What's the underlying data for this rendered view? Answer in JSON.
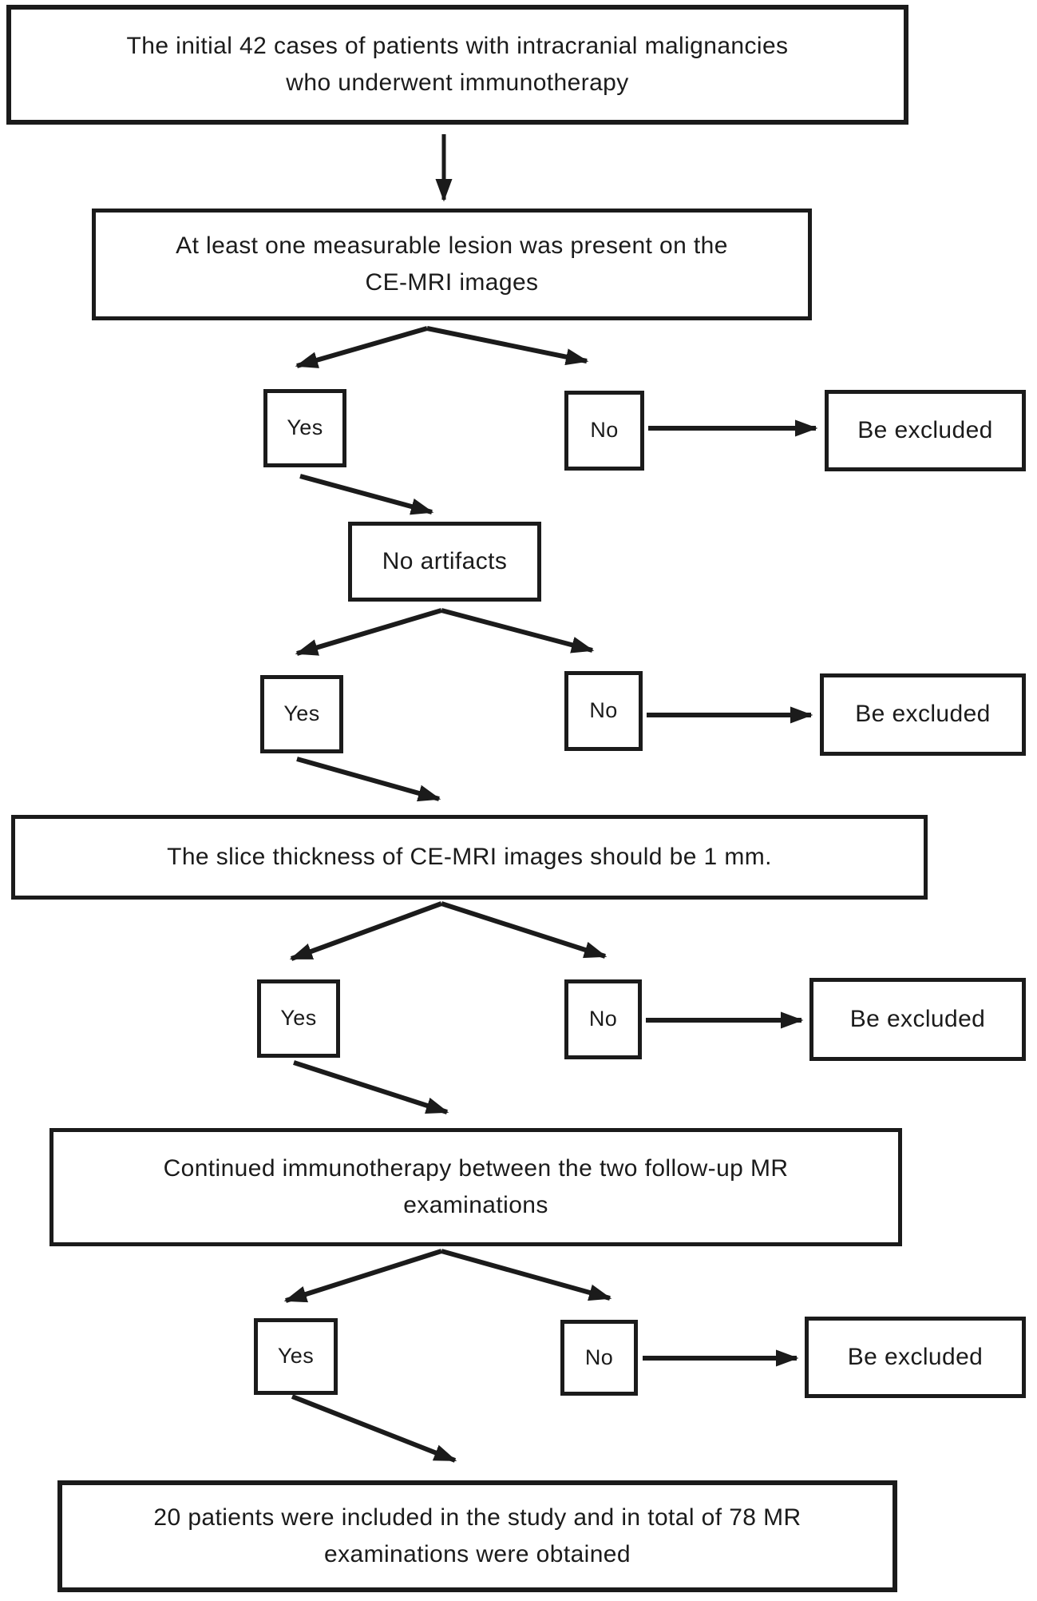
{
  "colors": {
    "ink": "#1b1b1b",
    "background": "#ffffff"
  },
  "flowchart": {
    "start": "The initial 42 cases of patients  with intracranial malignancies\nwho underwent immunotherapy",
    "decisions": [
      {
        "text": "At least one measurable lesion was present on the\nCE-MRI images",
        "yes": "Yes",
        "no": "No",
        "excluded": "Be excluded"
      },
      {
        "text": "No artifacts",
        "yes": "Yes",
        "no": "No",
        "excluded": "Be excluded"
      },
      {
        "text": "The slice thickness of CE-MRI images should be 1 mm.",
        "yes": "Yes",
        "no": "No",
        "excluded": "Be excluded"
      },
      {
        "text": "Continued immunotherapy between the two follow-up MR\nexaminations",
        "yes": "Yes",
        "no": "No",
        "excluded": "Be excluded"
      }
    ],
    "end": "20 patients were included in the study and in total of 78 MR\nexaminations were obtained"
  }
}
